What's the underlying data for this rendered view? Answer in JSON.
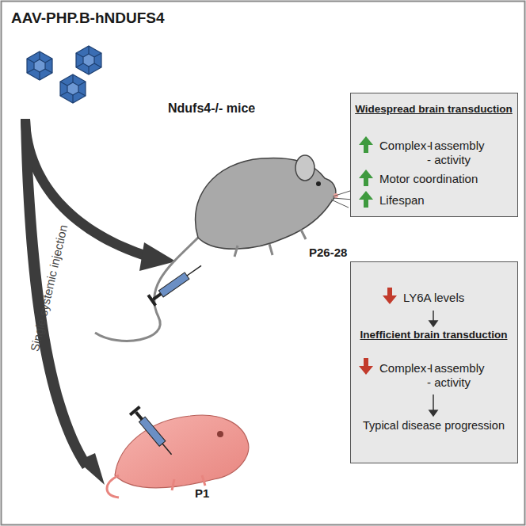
{
  "diagram": {
    "title": "AAV-PHP.B-hNDUFS4",
    "nodes": [
      {
        "text": [
          "Widespread brain transduction",
          "Complex I",
          "- assembly",
          "- activity",
          "Motor coordination",
          "Lifespan"
        ]
      },
      {
        "text": [
          "LY6A levels",
          "Inefficient brain transduction",
          "Complex I",
          "- assembly",
          "- activity",
          "Typical disease progression"
        ]
      }
    ],
    "labels": [
      "Ndufs4-/- mice",
      "P26-28",
      "Single systemic injection",
      "P1"
    ]
  }
}
